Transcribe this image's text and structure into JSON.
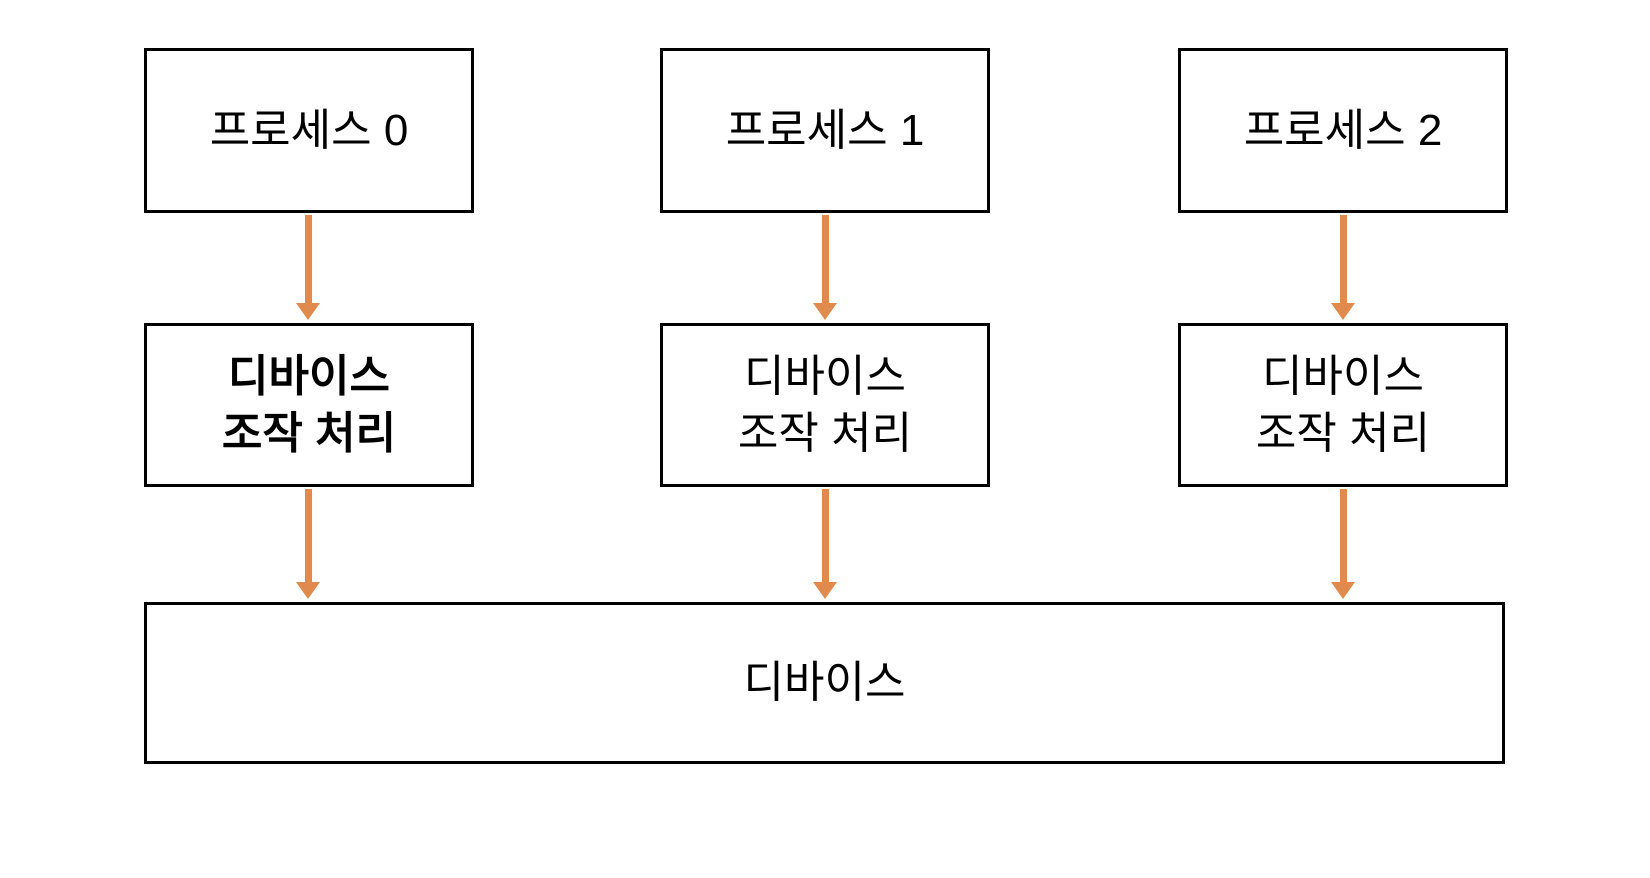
{
  "colors": {
    "arrow": "#E08A4D",
    "box_border": "#000000",
    "text": "#000000",
    "background": "#FFFFFF"
  },
  "diagram": {
    "processes": [
      {
        "label": "프로세스 0"
      },
      {
        "label": "프로세스 1"
      },
      {
        "label": "프로세스 2"
      }
    ],
    "handlers": [
      {
        "label": "디바이스\n조작 처리",
        "bold": true
      },
      {
        "label": "디바이스\n조작 처리",
        "bold": false
      },
      {
        "label": "디바이스\n조작 처리",
        "bold": false
      }
    ],
    "device": {
      "label": "디바이스"
    }
  }
}
